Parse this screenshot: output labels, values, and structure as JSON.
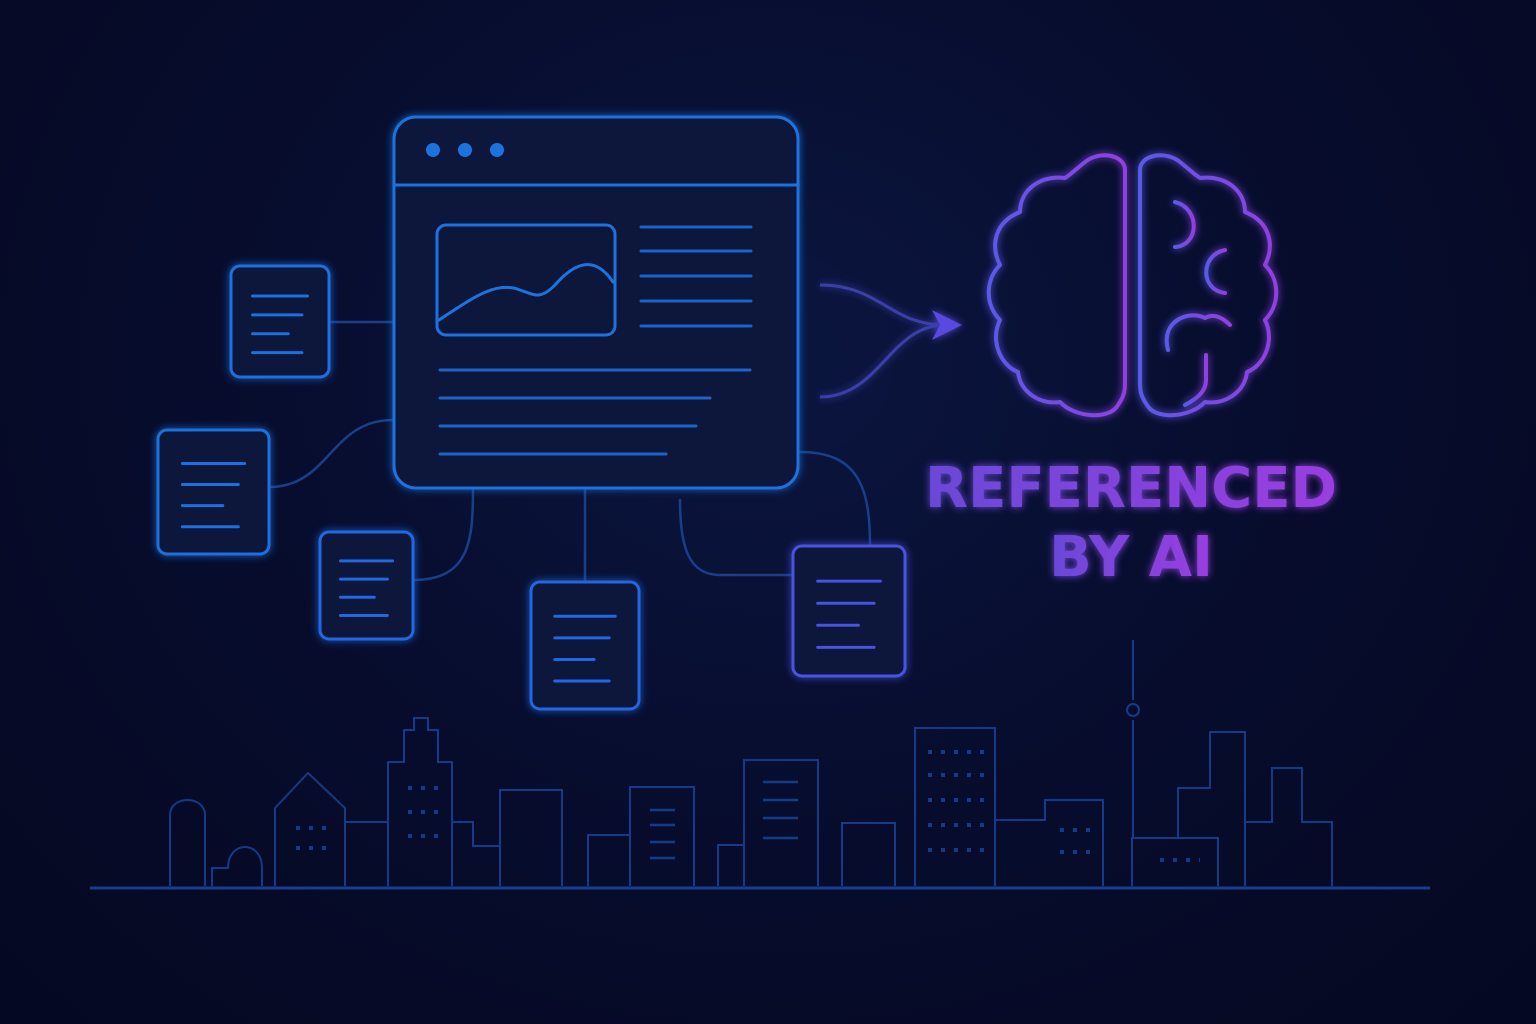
{
  "headline": {
    "line1": "REFERENCED",
    "line2": "BY AI"
  },
  "icons": [
    "browser-window-icon",
    "document-icon",
    "brain-icon",
    "arrow-icon",
    "city-skyline"
  ],
  "colors": {
    "background": "#060b29",
    "browser_blue": "#1f73e0",
    "brain_purple": "#7a48e6",
    "text_purple": "#8a3fdc"
  }
}
